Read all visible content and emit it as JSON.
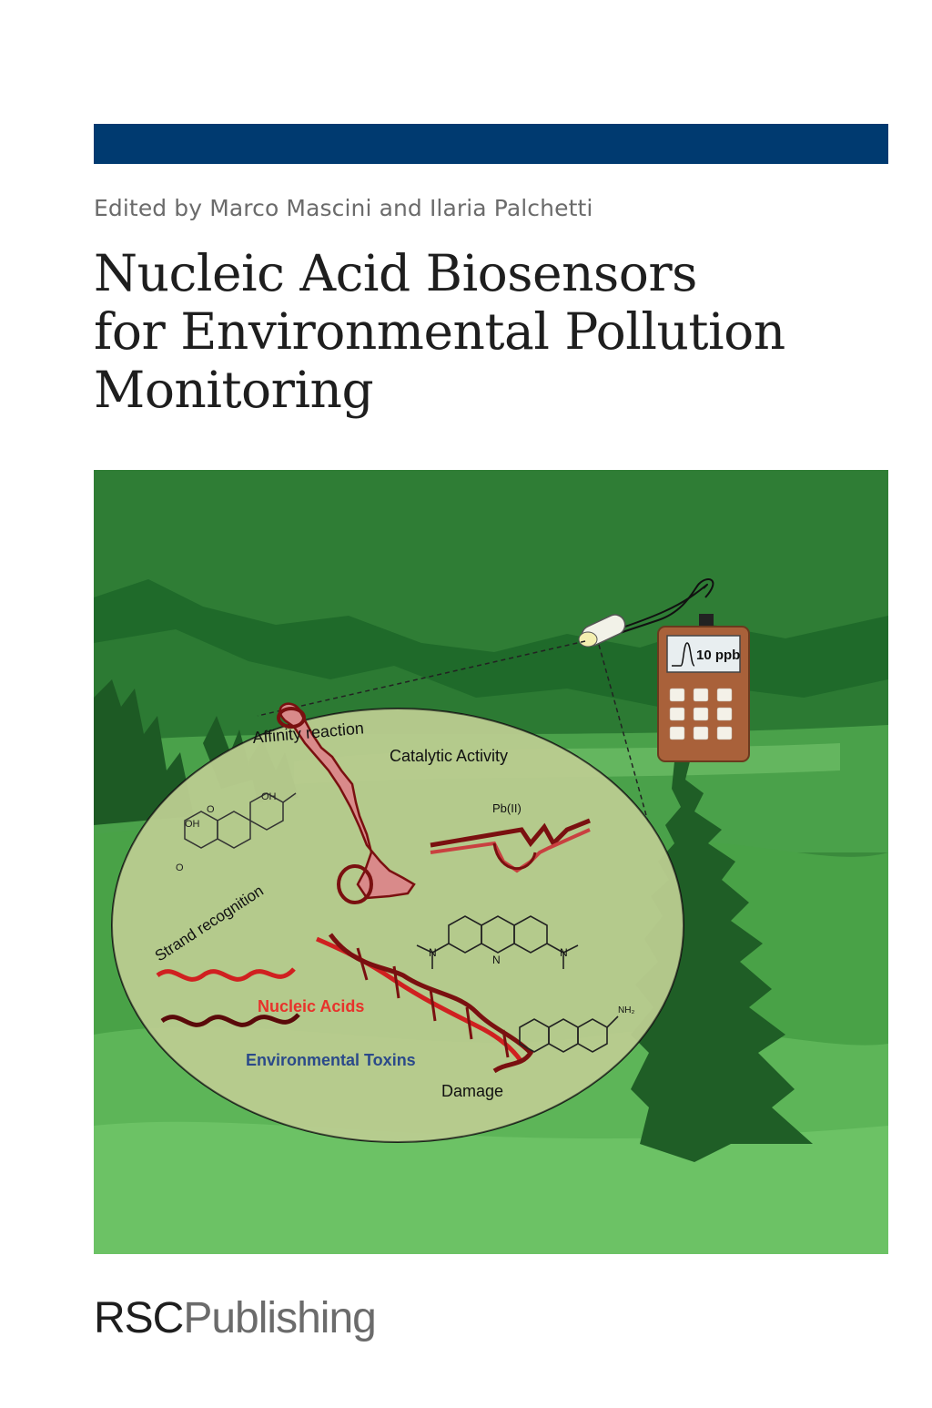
{
  "book": {
    "editors": "Edited by Marco Mascini and Ilaria Palchetti",
    "title_lines": [
      "Nucleic Acid Biosensors",
      "for Environmental Pollution",
      "Monitoring"
    ]
  },
  "illustration": {
    "labels": {
      "affinity": "Affinity reaction",
      "catalytic": "Catalytic Activity",
      "pb": "Pb(II)",
      "strand": "Strand recognition",
      "nucleic": "Nucleic Acids",
      "toxins": "Environmental Toxins",
      "damage": "Damage",
      "oh1": "OH",
      "oh2": "OH",
      "o1": "O",
      "o2": "O",
      "n1": "N",
      "n2": "N",
      "n3": "N",
      "nh2": "NH₂"
    },
    "device_readout": "10 ppb"
  },
  "publisher": {
    "rsc": "RSC",
    "publishing": "Publishing"
  },
  "colors": {
    "top_bar": "#003a70",
    "nucleic_label": "#e8322b",
    "toxins_label": "#2b4a8a"
  }
}
